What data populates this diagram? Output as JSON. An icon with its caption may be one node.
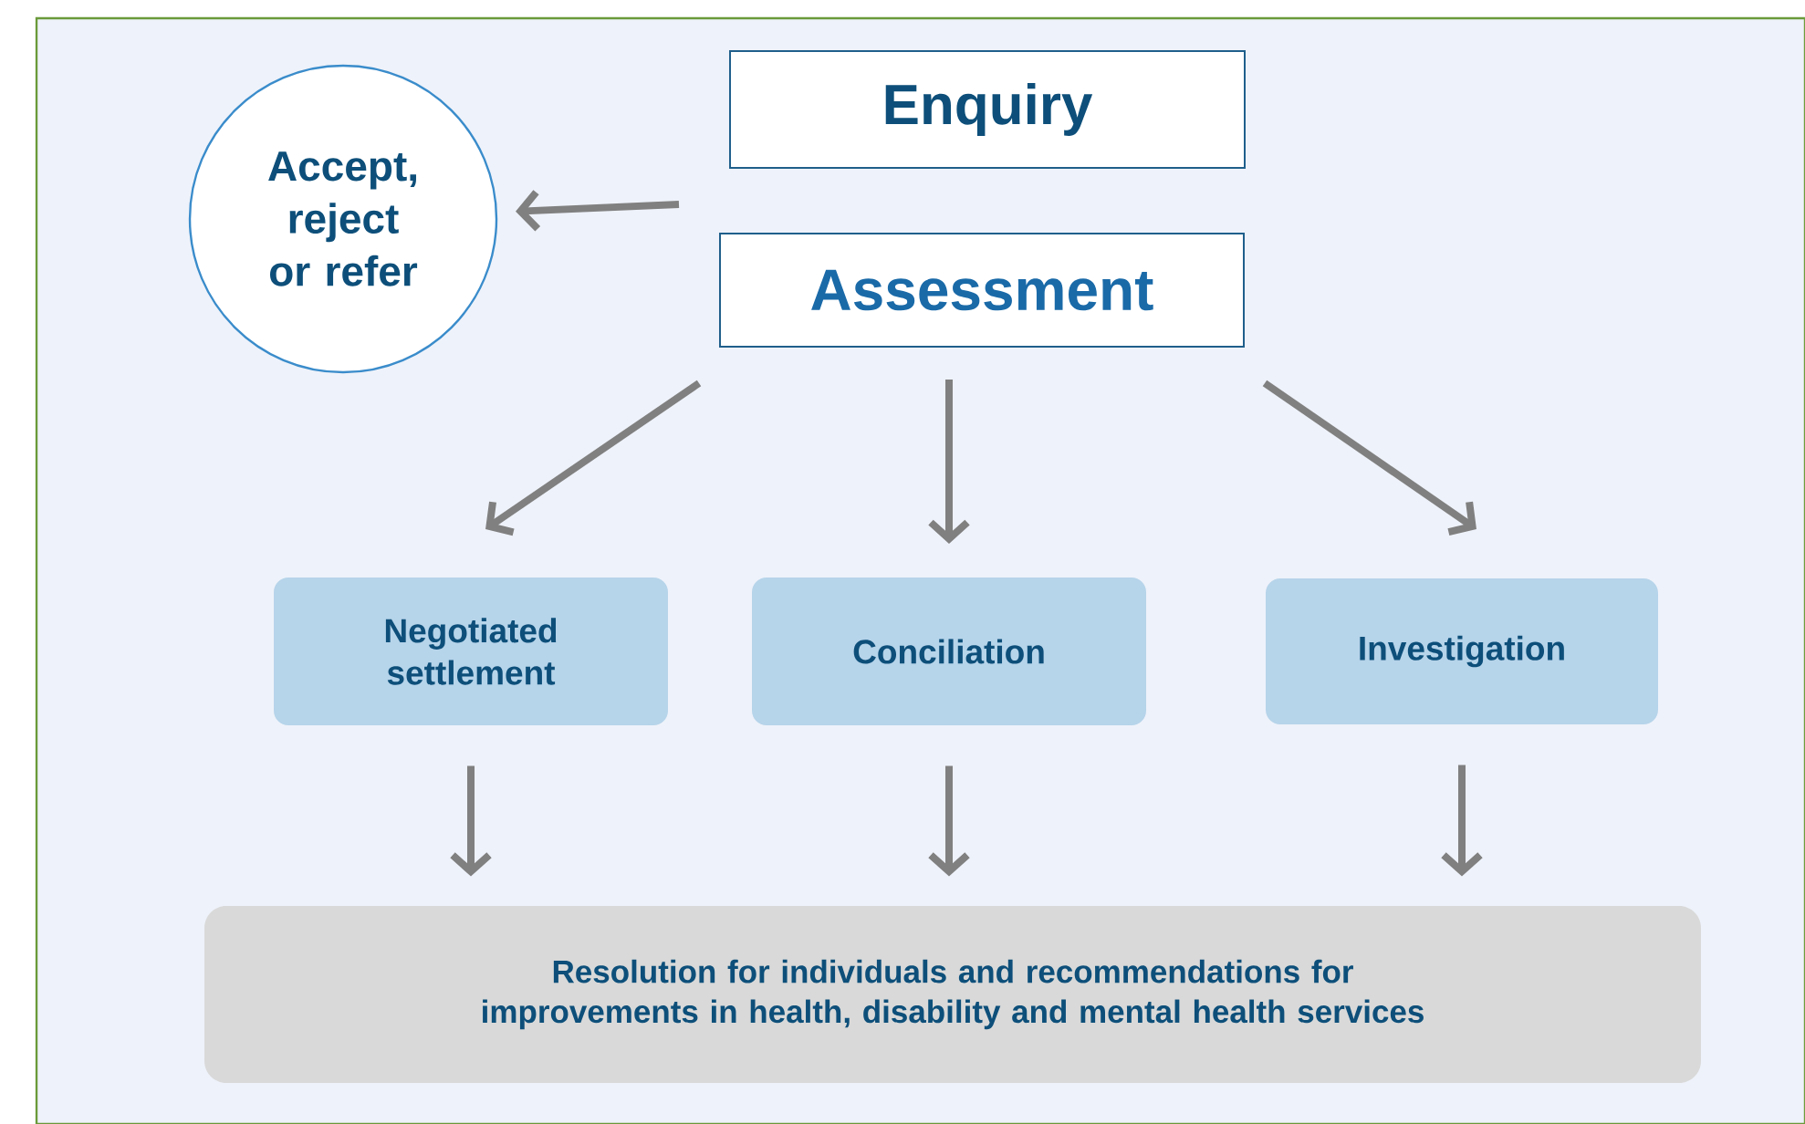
{
  "diagram": {
    "nodes": [
      {
        "text": [
          "Enquiry"
        ]
      },
      {
        "text": [
          "Accept, reject or refer"
        ]
      },
      {
        "text": [
          "Assessment"
        ]
      },
      {
        "text": [
          "Negotiated settlement"
        ]
      },
      {
        "text": [
          "Conciliation"
        ]
      },
      {
        "text": [
          "Investigation"
        ]
      },
      {
        "text": [
          "Resolution for individuals and recommendations for improvements in health, disability and mental health services"
        ]
      }
    ],
    "edges": [
      {
        "from": null,
        "to": 1,
        "arrow": "to"
      },
      {
        "from": 2,
        "to": 3,
        "arrow": "to"
      },
      {
        "from": 2,
        "to": 4,
        "arrow": "to"
      },
      {
        "from": 2,
        "to": 5,
        "arrow": "to"
      },
      {
        "from": 3,
        "to": 6,
        "arrow": "to"
      },
      {
        "from": 4,
        "to": 6,
        "arrow": "to"
      },
      {
        "from": 5,
        "to": 6,
        "arrow": "to"
      }
    ]
  }
}
